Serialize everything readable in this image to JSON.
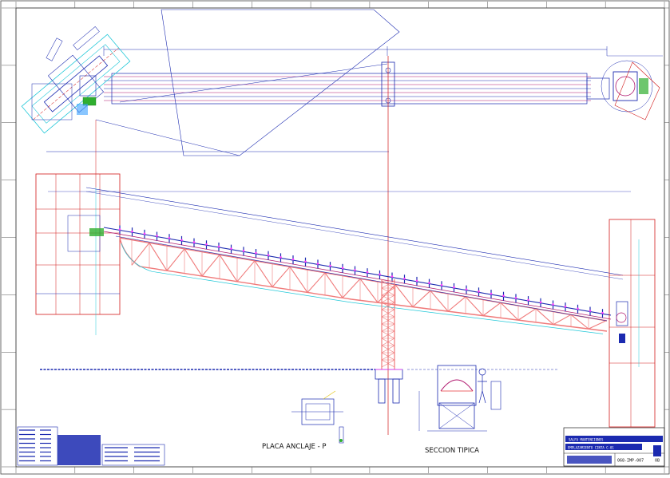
{
  "drawing": {
    "labels": {
      "placa": "PLACA ANCLAJE - P",
      "seccion": "SECCION TIPICA"
    },
    "title_block": {
      "company": "SALFA MANTENCIONES",
      "title": "EMPLAZAMIENTO CINTA C-01",
      "number": "068-IMP-007",
      "rev": "0B"
    },
    "colors": {
      "frame": "#2a2a2a",
      "belt": "#1b2ab0",
      "stringers": "#b0176e",
      "truss": "#f07a7a",
      "section_lines": "#e8383a",
      "center_line": "#d21a1a",
      "idlers": "#3aa0ff",
      "cyan": "#22c8d8",
      "green": "#2fae2f",
      "magenta": "#ff3cff"
    }
  }
}
